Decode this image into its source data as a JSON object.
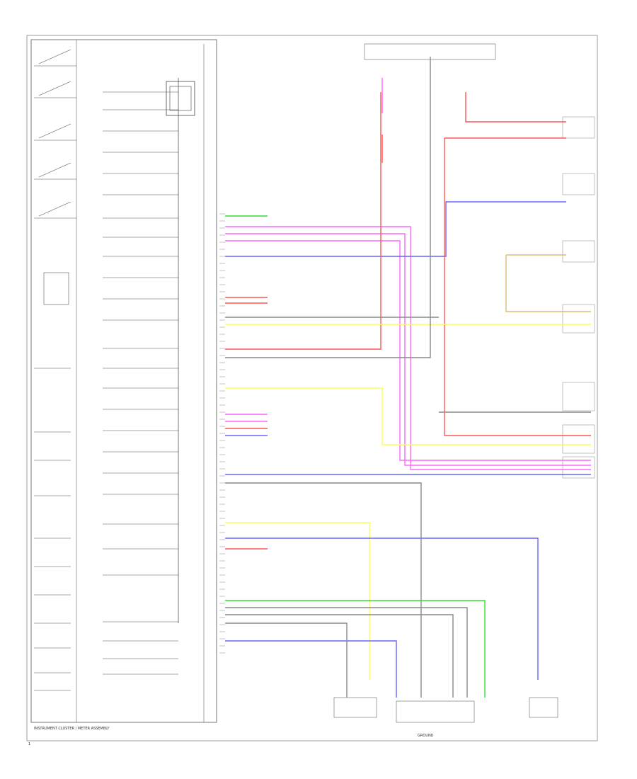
{
  "diagram": {
    "footer_label": "INSTRUMENT CLUSTER / METER ASSEMBLY",
    "bottom_center_label": "GROUND",
    "corner_label": "1"
  },
  "colors": {
    "green": "#33dd33",
    "pink": "#ff66ff",
    "red": "#ff5555",
    "blue": "#6666ff",
    "yellow": "#ffff55",
    "tan": "#ddbb77",
    "gray": "#888888",
    "black": "#222222"
  }
}
